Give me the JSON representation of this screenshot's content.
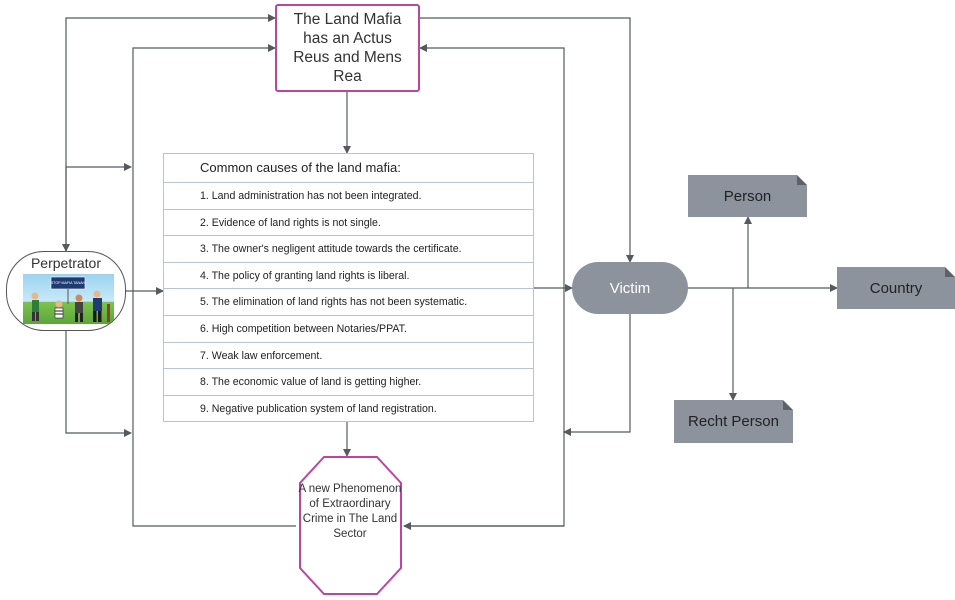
{
  "top_node": "The Land Mafia has an Actus Reus and Mens Rea",
  "causes": {
    "title": "Common causes of the land mafia:",
    "items": [
      "1. Land administration has not been integrated.",
      "2. Evidence of land rights is not single.",
      "3. The owner's negligent attitude towards the certificate.",
      "4. The policy of granting land rights is liberal.",
      "5. The elimination of land rights has not been systematic.",
      "6. High competition between Notaries/PPAT.",
      "7. Weak law enforcement.",
      "8. The economic value of land is getting higher.",
      "9. Negative publication system of land registration."
    ]
  },
  "perpetrator": {
    "label": "Perpetrator",
    "image_caption": "STOP MAFIA TANAH"
  },
  "victim": "Victim",
  "person": "Person",
  "country": "Country",
  "recht_person": "Recht Person",
  "bottom_node": "A new Phenomenon of Extraordinary Crime in The Land Sector",
  "colors": {
    "accent_border": "#b9479e",
    "gray_node": "#8d939c",
    "line": "#555a61"
  }
}
